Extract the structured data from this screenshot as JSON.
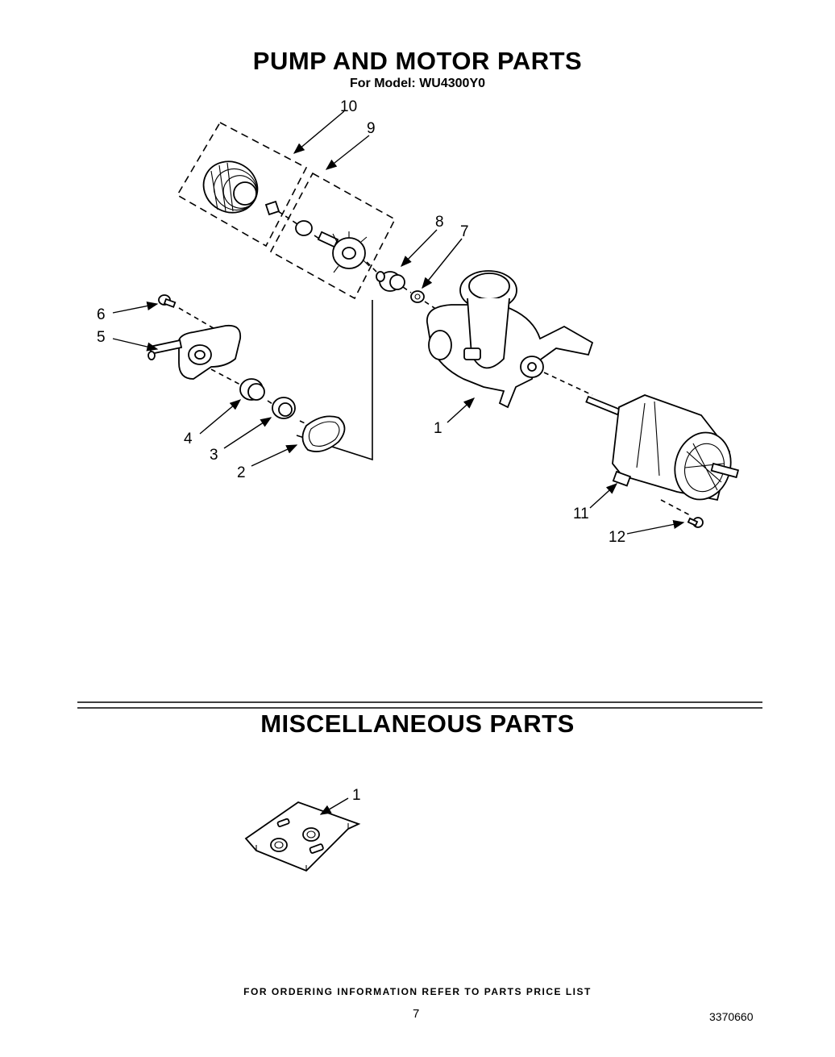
{
  "header": {
    "title": "PUMP AND MOTOR PARTS",
    "subtitle": "For Model: WU4300Y0"
  },
  "pump_motor_callouts": [
    "1",
    "2",
    "3",
    "4",
    "5",
    "6",
    "7",
    "8",
    "9",
    "10",
    "11",
    "12"
  ],
  "misc": {
    "title": "MISCELLANEOUS PARTS",
    "callouts": [
      "1"
    ]
  },
  "footer": {
    "ordering_note": "FOR ORDERING INFORMATION REFER TO PARTS PRICE LIST",
    "page_number": "7",
    "doc_number": "3370660"
  }
}
